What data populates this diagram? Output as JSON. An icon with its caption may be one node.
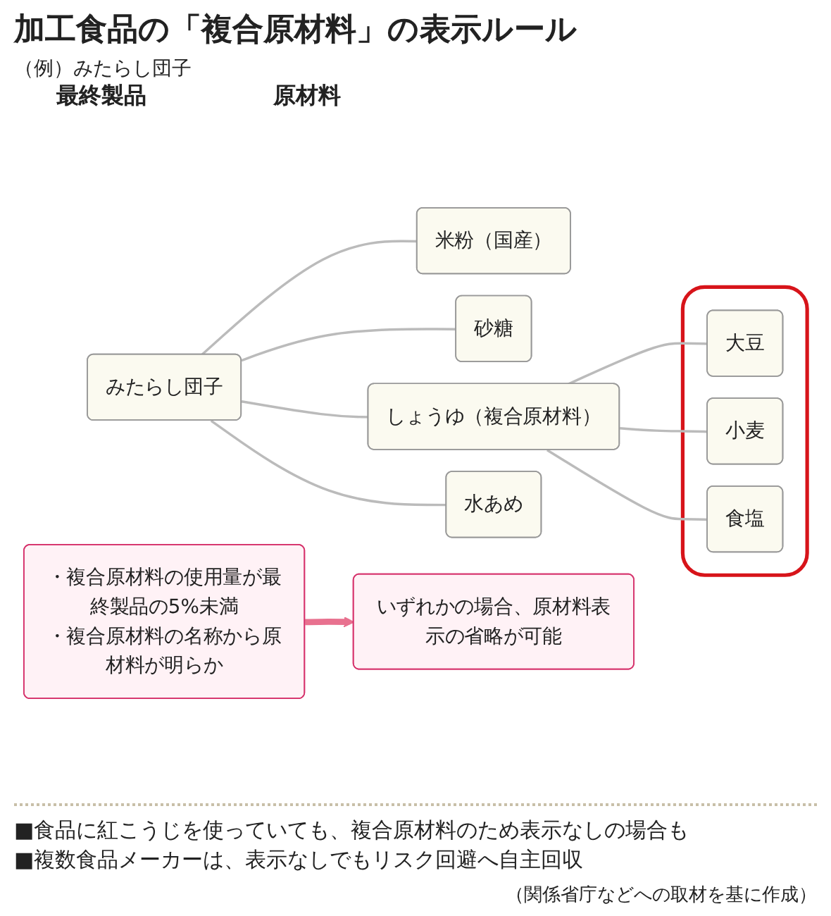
{
  "diagram": {
    "title": "加工食品の「複合原材料」の表示ルール",
    "caption": "（関係省庁などへの取材を基に作成）",
    "nodes": [
      {
        "text": [
          "みたらし団子"
        ]
      },
      {
        "text": [
          "米粉（国産）"
        ]
      },
      {
        "text": [
          "砂糖"
        ]
      },
      {
        "text": [
          "しょうゆ（複合原材料）"
        ]
      },
      {
        "text": [
          "水あめ"
        ]
      },
      {
        "text": [],
        "shape": "box"
      },
      {
        "text": [
          "大豆"
        ],
        "in": 5
      },
      {
        "text": [
          "小麦"
        ],
        "in": 5
      },
      {
        "text": [
          "食塩"
        ],
        "in": 5
      },
      {
        "text": [
          "・複合原材料の使用量が最終製品の5%未満",
          "・複合原材料の名称から原材料が明らか"
        ]
      },
      {
        "text": [
          "いずれかの場合、原材料表示の省略が可能"
        ]
      }
    ],
    "edges": [
      {
        "from": 0,
        "to": 1,
        "arrow": "none"
      },
      {
        "from": 0,
        "to": 2,
        "arrow": "none"
      },
      {
        "from": 0,
        "to": 3,
        "arrow": "none"
      },
      {
        "from": 0,
        "to": 4,
        "arrow": "none"
      },
      {
        "from": 3,
        "to": 6,
        "arrow": "none"
      },
      {
        "from": 3,
        "to": 7,
        "arrow": "none"
      },
      {
        "from": 3,
        "to": 8,
        "arrow": "none"
      },
      {
        "from": 9,
        "to": 10,
        "arrow": "to",
        "style": "thick",
        "color": "#e8718f"
      }
    ],
    "labels": [
      "（例）みたらし団子",
      "最終製品",
      "原材料",
      "■食品に紅こうじを使っていても、複合原材料のため表示なしの場合も",
      "■複数食品メーカーは、表示なしでもリスク回避へ自主回収"
    ]
  }
}
